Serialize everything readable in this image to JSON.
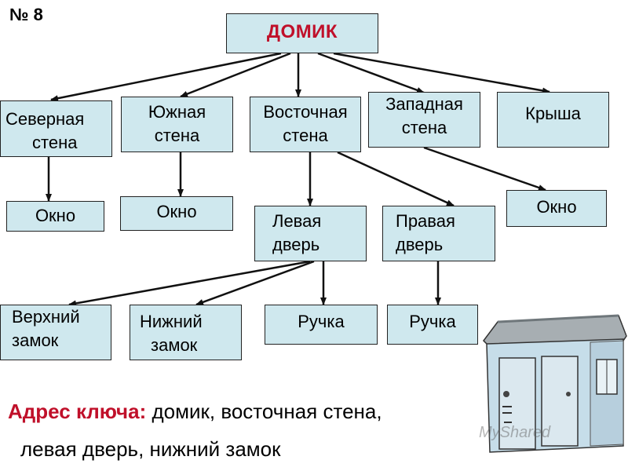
{
  "slide_number": "№ 8",
  "nodes": {
    "root": "ДОМИК",
    "north_wall": [
      "Северная",
      "стена"
    ],
    "south_wall": [
      "Южная",
      "стена"
    ],
    "east_wall": [
      "Восточная",
      "стена"
    ],
    "west_wall": [
      "Западная",
      "стена"
    ],
    "roof": "Крыша",
    "north_window": "Окно",
    "south_window": "Окно",
    "roof_window": "Окно",
    "left_door": [
      "Левая",
      "дверь"
    ],
    "right_door": [
      "Правая",
      "дверь"
    ],
    "upper_lock": [
      "Верхний",
      "замок"
    ],
    "lower_lock": [
      "Нижний",
      "замок"
    ],
    "left_handle": "Ручка",
    "right_handle": "Ручка"
  },
  "address": {
    "label": "Адрес ключа:",
    "line1": " домик, восточная стена,",
    "line2": "левая дверь, нижний замок"
  },
  "watermark": "MyShared",
  "colors": {
    "box_fill": "#cfe8ee",
    "accent_red": "#c0102a"
  }
}
